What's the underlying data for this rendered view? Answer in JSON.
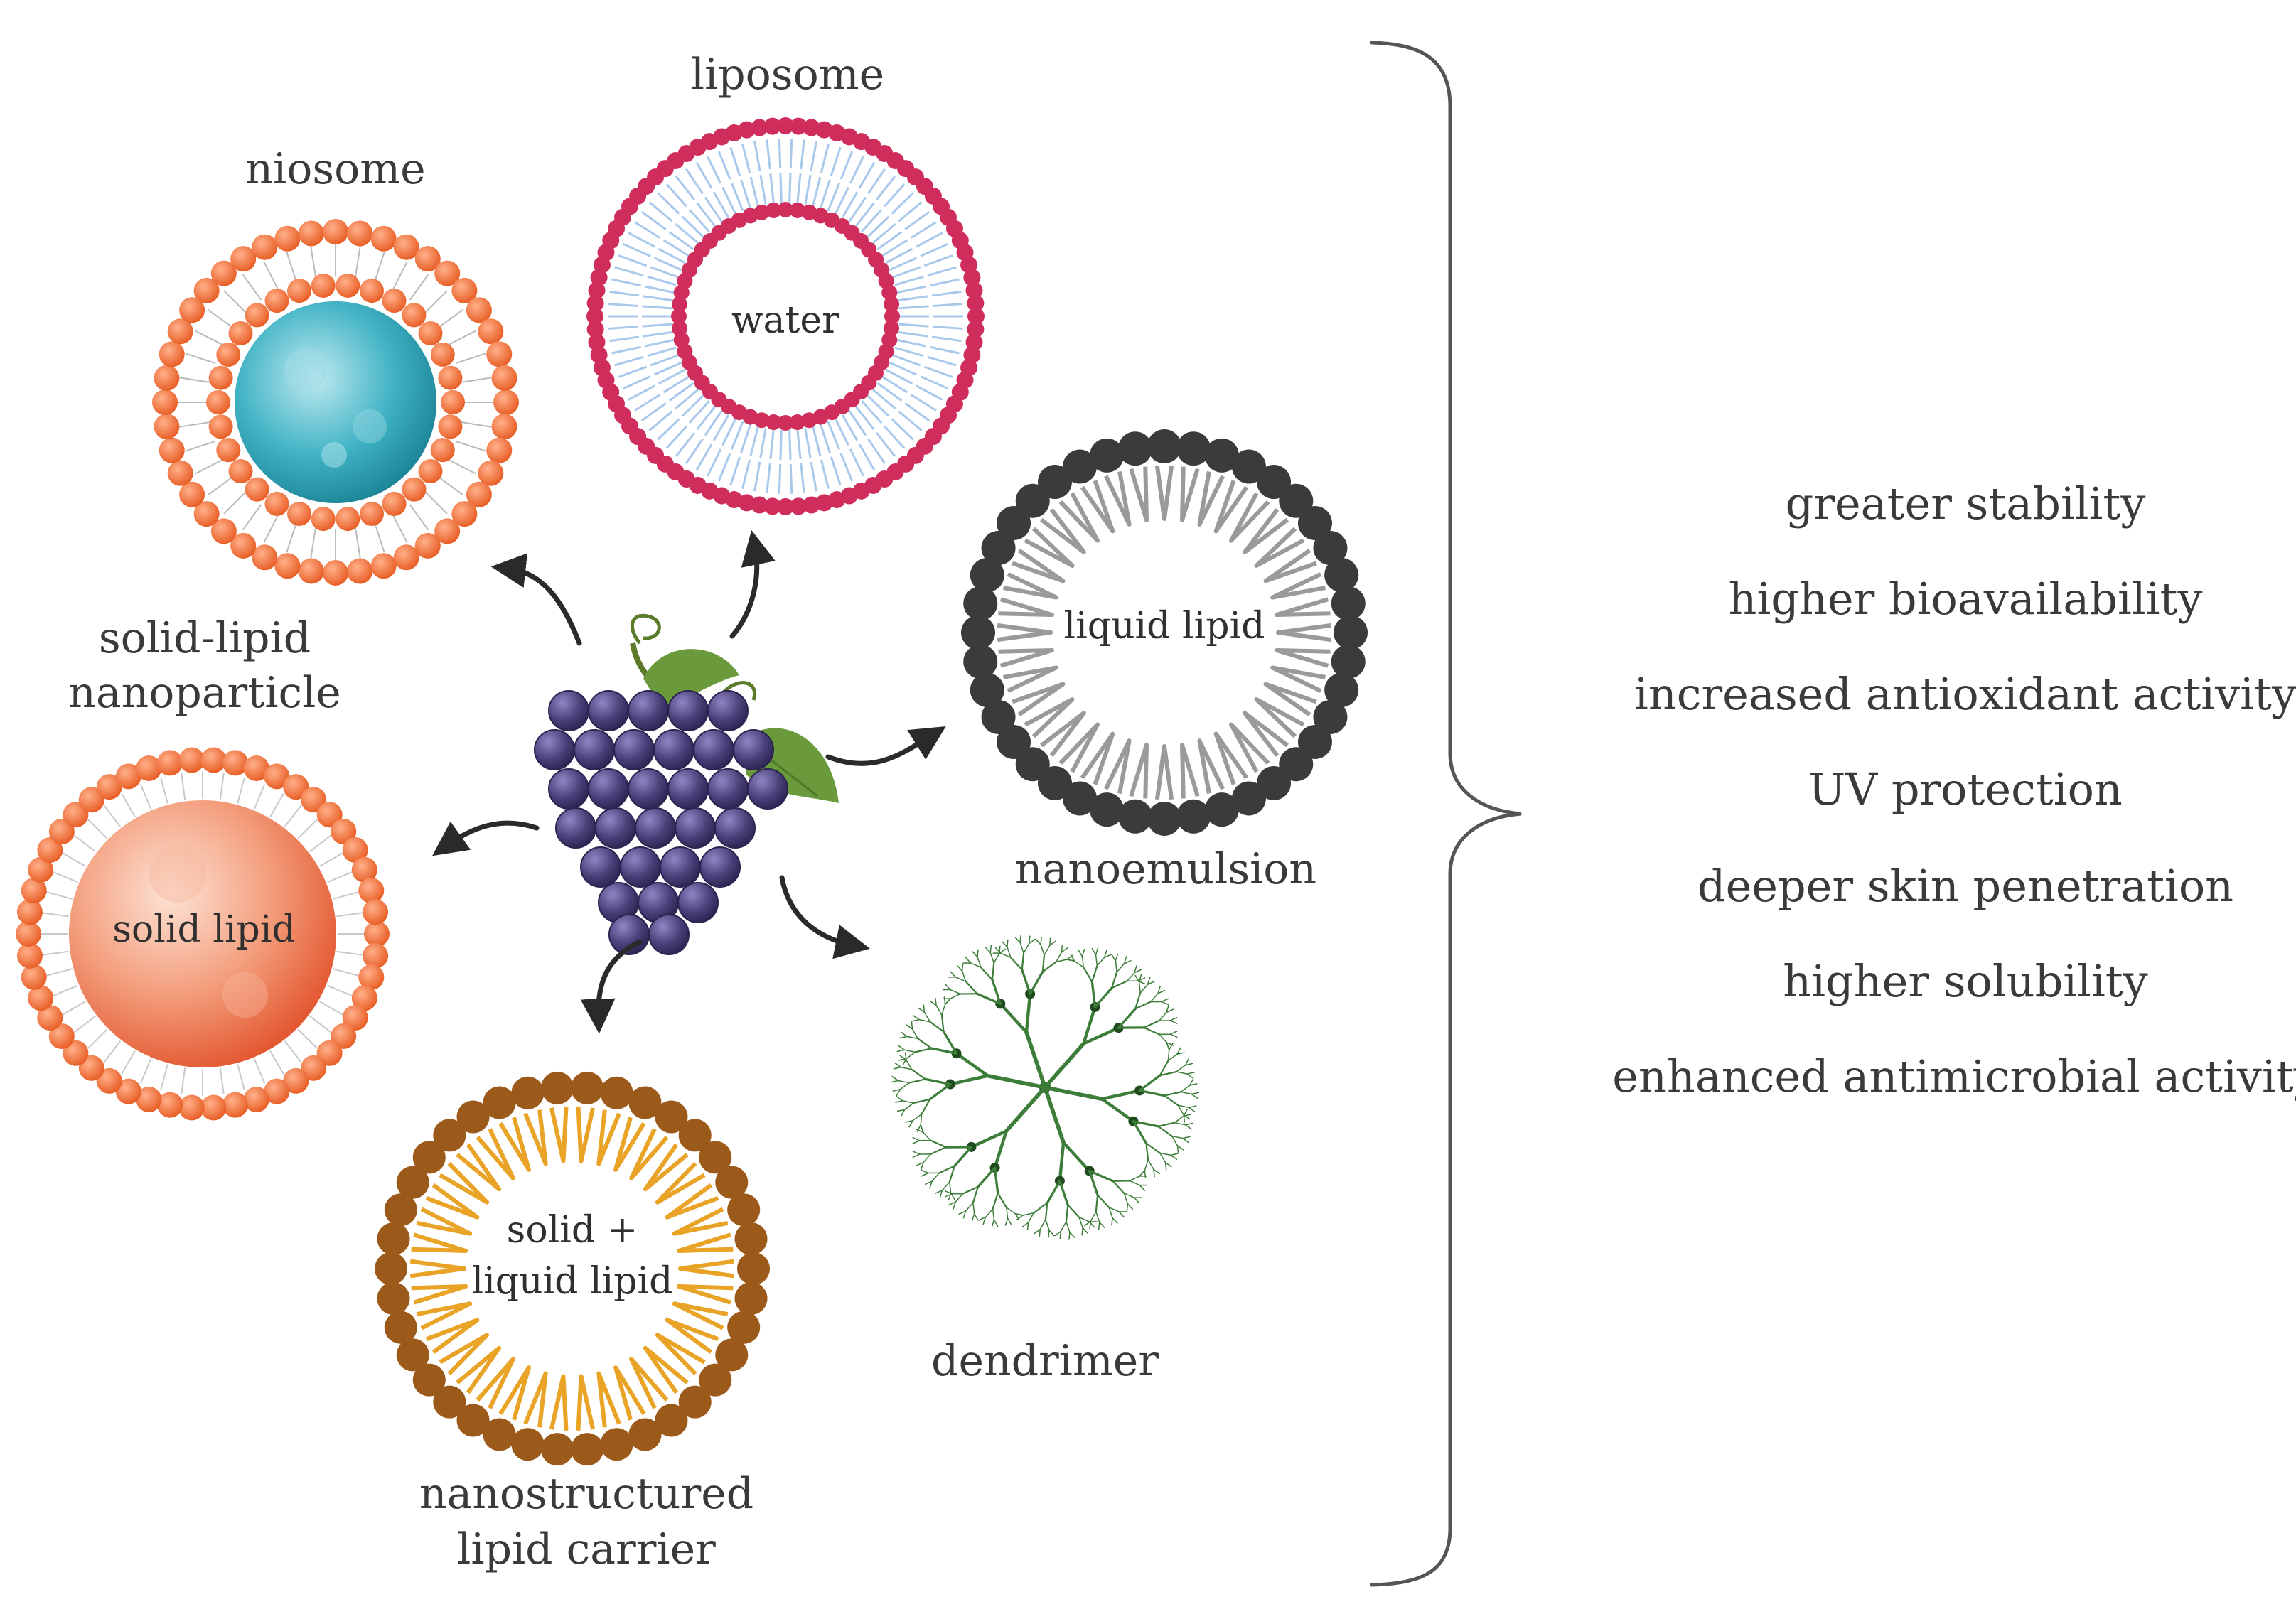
{
  "structures": {
    "liposome": {
      "label": "liposome",
      "core": "water"
    },
    "niosome": {
      "label": "niosome"
    },
    "sln": {
      "label_line1": "solid-lipid",
      "label_line2": "nanoparticle",
      "core": "solid lipid"
    },
    "nanoemulsion": {
      "label": "nanoemulsion",
      "core": "liquid lipid"
    },
    "nlc": {
      "label_line1": "nanostructured",
      "label_line2": "lipid carrier",
      "core_line1": "solid +",
      "core_line2": "liquid lipid"
    },
    "dendrimer": {
      "label": "dendrimer"
    }
  },
  "center": {
    "icon": "grape-cluster-icon"
  },
  "benefits": [
    "greater stability",
    "higher bioavailability",
    "increased antioxidant activity",
    "UV protection",
    "deeper skin penetration",
    "higher solubility",
    "enhanced antimicrobial activity"
  ],
  "colors": {
    "liposome_head": "#cf2e5c",
    "liposome_tail": "#a9c9ec",
    "niosome_head": "#ee6a2e",
    "niosome_core": "#3fb2c4",
    "sln_core": "#f07a55",
    "nanoemulsion_head": "#3b3b3b",
    "nanoemulsion_tail": "#9a9a9a",
    "nlc_head": "#9c5a1a",
    "nlc_tail": "#e9a327",
    "dendrimer": "#3d7d3a",
    "grape": "#4a3f78",
    "leaf": "#6a9a3c"
  }
}
